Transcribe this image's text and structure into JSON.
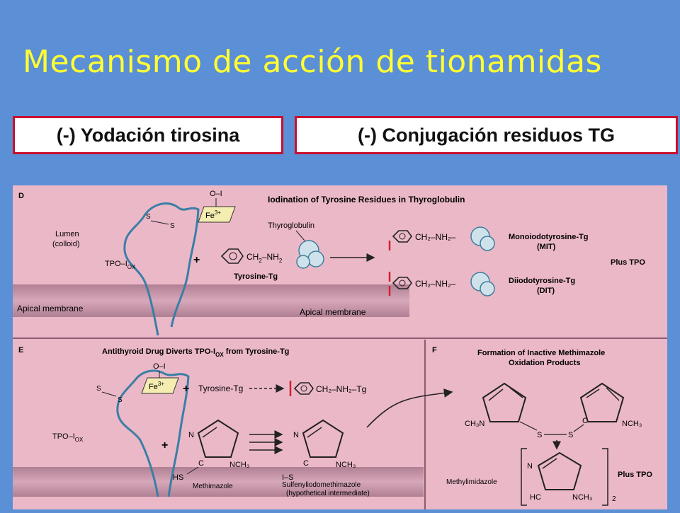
{
  "title": "Mecanismo de acción de tionamidas",
  "boxes": {
    "left": "(-) Yodación tirosina",
    "right": "(-) Conjugación residuos TG"
  },
  "colors": {
    "background": "#5b8fd6",
    "title": "#ffff33",
    "box_border": "#c8102e",
    "figure_bg": "#e8b3c4",
    "inhibit": "#d0202a"
  },
  "panel_d": {
    "letter": "D",
    "heading": "Iodination of Tyrosine Residues in Thyroglobulin",
    "lumen": "Lumen",
    "colloid": "(colloid)",
    "oi": "O–I",
    "fe": "Fe",
    "fe_sup": "3+",
    "s1": "S",
    "s2": "S",
    "tpo": "TPO–I",
    "tpo_sub": "OX",
    "plus": "+",
    "thyroglobulin": "Thyroglobulin",
    "ch2nh2": "CH",
    "ch2_sub": "2",
    "nh2": "–NH",
    "nh2_sub": "2",
    "tyrosine_tg": "Tyrosine-Tg",
    "mit_formula": "CH₂–NH₂–",
    "dit_formula": "CH₂–NH₂–",
    "mit_name": "Monoiodotyrosine-Tg",
    "mit_abbr": "(MIT)",
    "dit_name": "Diiodotyrosine-Tg",
    "dit_abbr": "(DIT)",
    "plus_tpo": "Plus TPO",
    "apical_left": "Apical membrane",
    "apical_center": "Apical membrane"
  },
  "panel_e": {
    "letter": "E",
    "heading": "Antithyroid Drug Diverts TPO-I",
    "heading_sub": "OX",
    "heading_tail": " from Tyrosine-Tg",
    "oi": "O–I",
    "fe": "Fe",
    "fe_sup": "3+",
    "s1": "S",
    "s2": "S",
    "plus1": "+",
    "tyrosine_tg": "Tyrosine-Tg",
    "formula": "CH₂–NH₂–Tg",
    "tpo": "TPO–I",
    "tpo_sub": "OX",
    "plus2": "+",
    "n1": "N",
    "c1": "C",
    "hs": "HS",
    "nch3_1": "NCH₃",
    "methimazole": "Methimazole",
    "n2": "N",
    "c2": "C",
    "is": "I–S",
    "nch3_2": "NCH₃",
    "sulf_name": "Sulfenyliodomethimazole",
    "sulf_note": "(hypothetical intermediate)"
  },
  "panel_f": {
    "letter": "F",
    "heading1": "Formation of Inactive Methimazole",
    "heading2": "Oxidation Products",
    "ch3n": "CH₃N",
    "s_left": "S",
    "s_right": "S",
    "c_label": "C",
    "nch3": "NCH₃",
    "n_label": "N",
    "hc": "HC",
    "nch3_b": "NCH₃",
    "sub2": "2",
    "methylimidazole": "Methylimidazole",
    "plus_tpo": "Plus TPO"
  }
}
